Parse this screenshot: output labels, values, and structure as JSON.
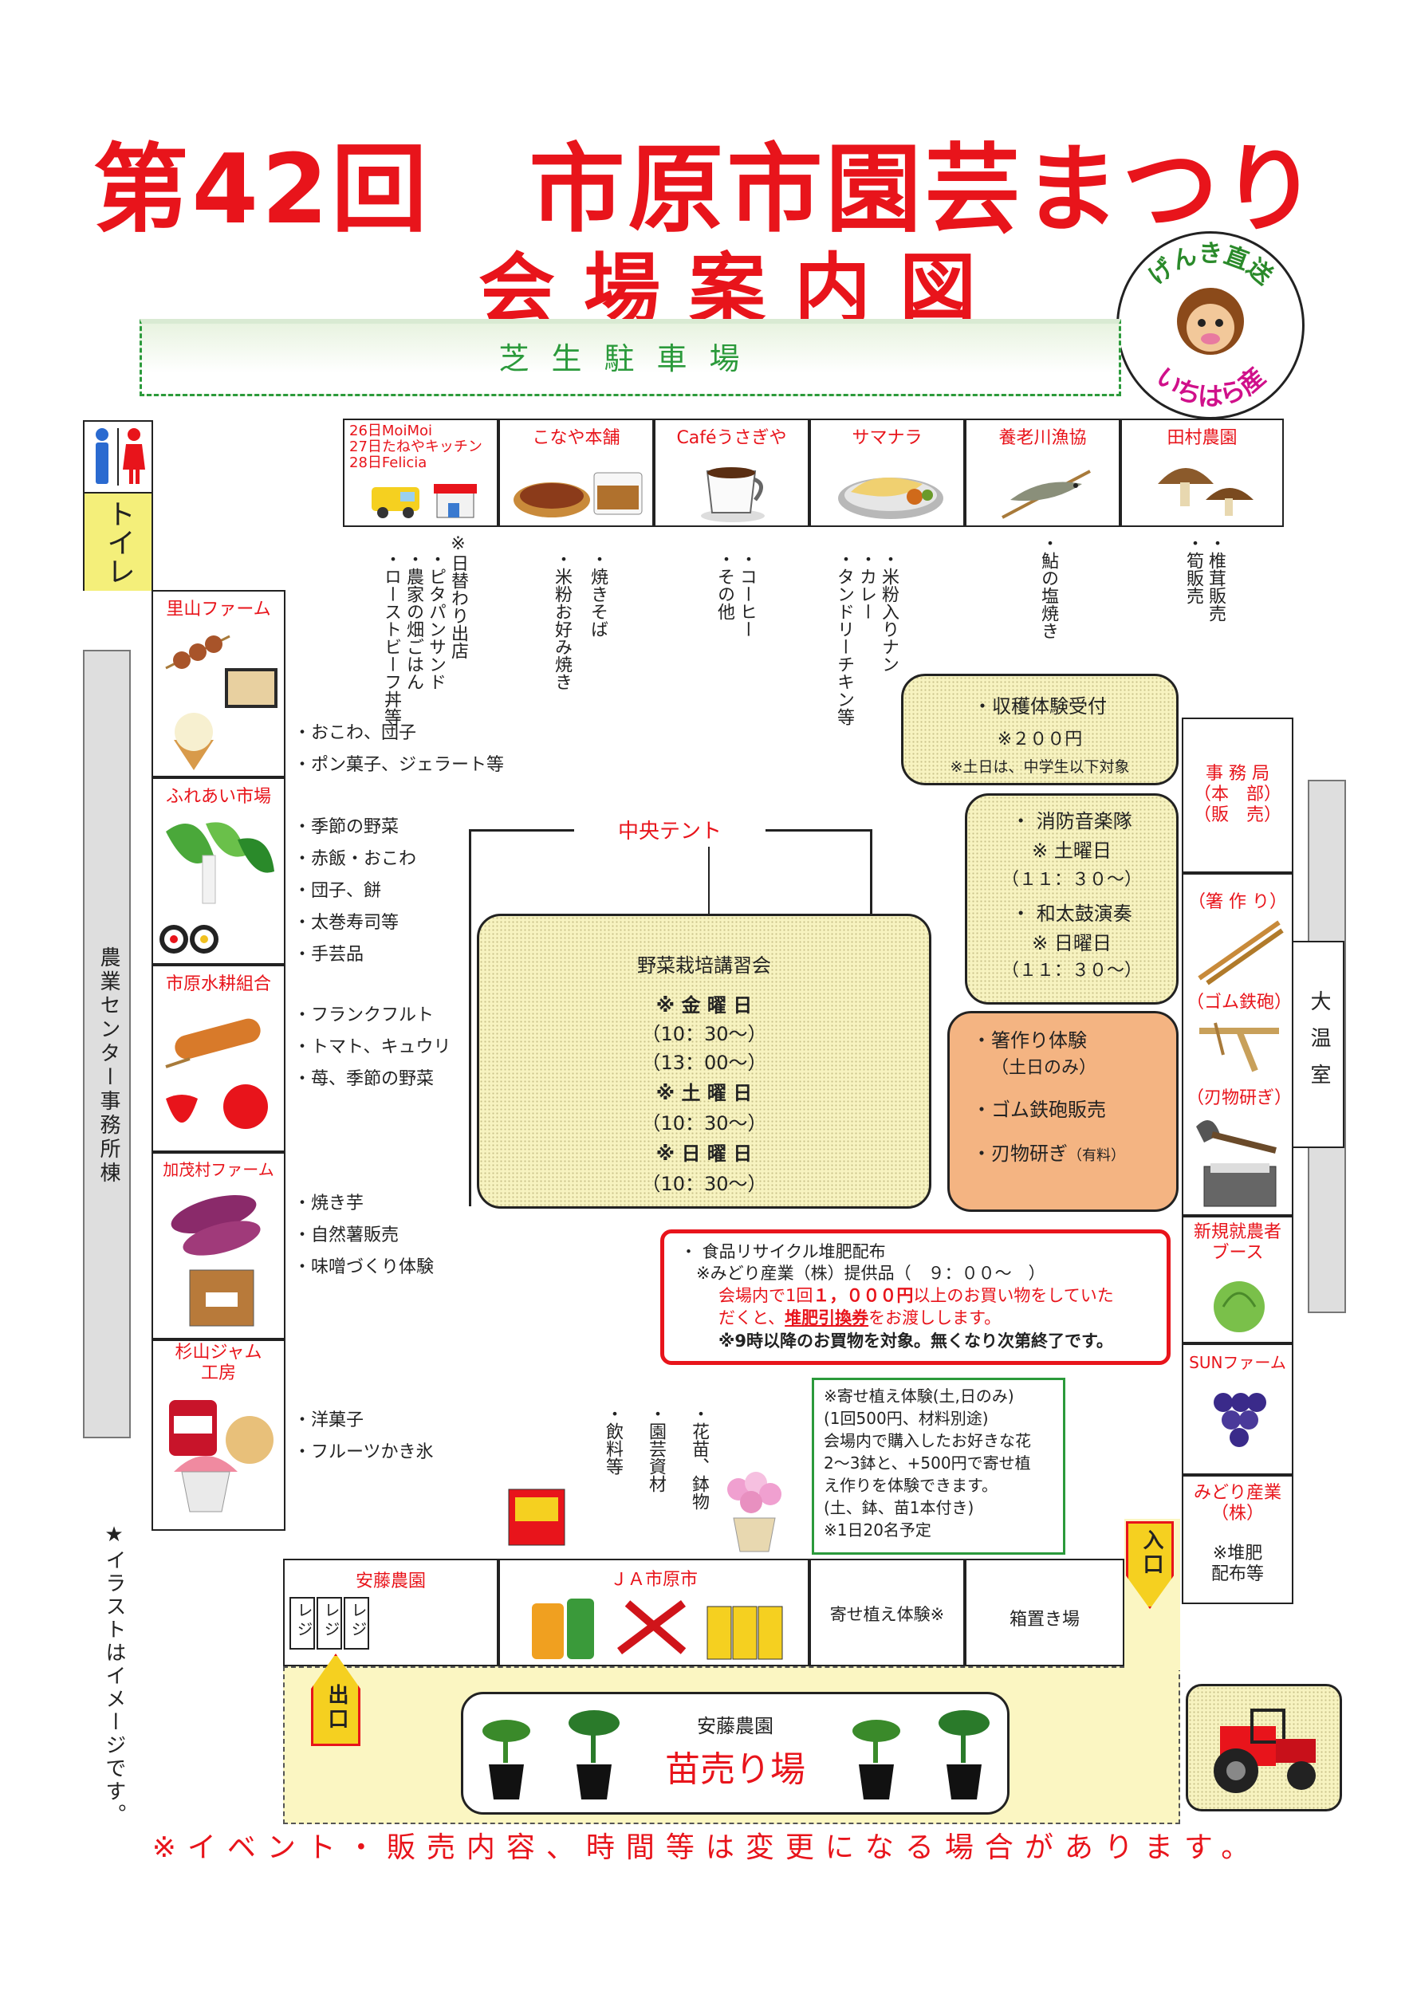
{
  "header": {
    "title_line1": "第42回　市原市園芸まつり",
    "title_line2": "会場案内図",
    "logo_text_top": "げんき直送",
    "logo_text_bottom": "いちはら産"
  },
  "parking": {
    "label": "芝生駐車場"
  },
  "toilet": {
    "label": "トイレ"
  },
  "agri_center": {
    "label": "農業センター事務所棟"
  },
  "greenhouse": {
    "label": "大温室"
  },
  "top_stalls": [
    {
      "name_lines": [
        "26日MoiMoi",
        "27日たねやキッチン",
        "28日Felicia"
      ],
      "items": [
        "※日替わり出店",
        "・ピタパンサンド",
        "・農家の畑ごはん",
        "・ローストビーフ丼等"
      ]
    },
    {
      "name": "こなや本舗",
      "items": [
        "・焼きそば",
        "・米粉お好み焼き"
      ]
    },
    {
      "name": "Caféうさぎや",
      "items": [
        "・コーヒー",
        "・その他"
      ]
    },
    {
      "name": "サマナラ",
      "items": [
        "・米粉入りナン",
        "・カレー",
        "・タンドリーチキン等"
      ]
    },
    {
      "name": "養老川漁協",
      "items": [
        "・鮎の塩焼き"
      ]
    },
    {
      "name": "田村農園",
      "items": [
        "・椎茸販売",
        "・筍販売"
      ]
    }
  ],
  "left_stalls": [
    {
      "name": "里山ファーム",
      "items": [
        "・おこわ、団子",
        "・ポン菓子、ジェラート等"
      ]
    },
    {
      "name": "ふれあい市場",
      "items": [
        "・季節の野菜",
        "・赤飯・おこわ",
        "・団子、餅",
        "・太巻寿司等",
        "・手芸品"
      ]
    },
    {
      "name": "市原水耕組合",
      "items": [
        "・フランクフルト",
        "・トマト、キュウリ",
        "・苺、季節の野菜"
      ]
    },
    {
      "name": "加茂村ファーム",
      "items": [
        "・焼き芋",
        "・自然薯販売",
        "・味噌づくり体験"
      ]
    },
    {
      "name_lines": [
        "杉山ジャム",
        "工房"
      ],
      "items": [
        "・洋菓子",
        "・フルーツかき氷"
      ]
    }
  ],
  "right_stalls": {
    "office": {
      "lines": [
        "事 務 局",
        "（本　部）",
        "（販　売）"
      ]
    },
    "crafts": {
      "labels": [
        "（箸 作 り）",
        "（ゴム鉄砲）",
        "（刃物研ぎ）"
      ]
    },
    "new_farmer": {
      "lines": [
        "新規就農者",
        "ブース"
      ]
    },
    "sun_farm": {
      "name": "SUNファーム"
    },
    "midori": {
      "lines": [
        "みどり産業",
        "（株）"
      ],
      "note_lines": [
        "※堆肥",
        "配布等"
      ]
    }
  },
  "harvest": {
    "line1": "・収穫体験受付",
    "line2": "※２００円",
    "line3": "※土日は、中学生以下対象"
  },
  "music": {
    "lines": [
      "・ 消防音楽隊",
      "※ 土曜日",
      "（１１：３０～）",
      "・ 和太鼓演奏",
      "※ 日曜日",
      "（１１：３０～）"
    ]
  },
  "experience": {
    "lines": [
      "・箸作り体験",
      "（土日のみ）",
      "・ゴム鉄砲販売",
      "・刃物研ぎ"
    ],
    "note": "（有料）"
  },
  "central_tent": {
    "label": "中央テント"
  },
  "lecture": {
    "lines": [
      "野菜栽培講習会",
      "※ 金 曜 日",
      "（10：30～）",
      "（13：00～）",
      "※ 土 曜 日",
      "（10：30～）",
      "※ 日 曜 日",
      "（10：30～）"
    ]
  },
  "recycle": {
    "line1": "・ 食品リサイクル堆肥配布",
    "line2": "※みどり産業（株）提供品（　９：００～　）",
    "line3_pre": "会場内で1回",
    "line3_bold": "１，０００円",
    "line3_post": "以上のお買い物をしていた",
    "line4_pre": "だくと、",
    "line4_bold": "堆肥引換券",
    "line4_post": "をお渡しします。",
    "line5": "※9時以降のお買物を対象。無くなり次第終了です。"
  },
  "yose": {
    "lines": [
      "※寄せ植え体験(土,日のみ)",
      "(1回500円、材料別途)",
      "会場内で購入したお好きな花",
      "2～3鉢と、+500円で寄せ植",
      "え作りを体験できます。",
      "(土、鉢、苗1本付き)",
      "※1日20名予定"
    ]
  },
  "ja_goods": {
    "items": [
      "・花苗、鉢物",
      "・園芸資材",
      "・飲料等"
    ]
  },
  "bottom_row": {
    "ando": "安藤農園",
    "registers": [
      "レジ",
      "レジ",
      "レジ"
    ],
    "ja": "ＪＡ市原市",
    "yose_booth": "寄せ植え体験※",
    "box_area": "箱置き場"
  },
  "seedling": {
    "small": "安藤農園",
    "big": "苗売り場"
  },
  "entrance": "入口",
  "exit": "出口",
  "illustration_note": "★イラストはイメージです。",
  "footer": "※イベント・販売内容、時間等は変更になる場合があります。"
}
